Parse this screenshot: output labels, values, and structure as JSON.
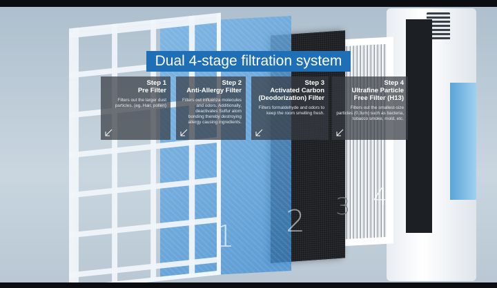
{
  "title": "Dual 4-stage filtration system",
  "steps": [
    {
      "step": "Step 1",
      "name": "Pre Filter",
      "description": "Filters out the larger dust particles. (eg. Hair, pollen)"
    },
    {
      "step": "Step 2",
      "name": "Anti-Allergy Filter",
      "description": "Filters out influenza molecules and odors. Additionally, deactivates Sulfur atom bonding thereby destroying allergy causing ingredients."
    },
    {
      "step": "Step 3",
      "name": "Activated Carbon (Deodorization) Filter",
      "description": "Filters formaldehyde and odors to keep the room smelling fresh."
    },
    {
      "step": "Step 4",
      "name": "Ultrafine Particle Free Filter (H13)",
      "description": "Filters out the smallest-size particles (0.3um) such as bacteria, tobacco smoke, mold, etc."
    }
  ],
  "layer_numbers": [
    "1",
    "2",
    "3",
    "4"
  ],
  "colors": {
    "title_background": "#1f6fb6",
    "card_background": "rgba(55,60,66,0.72)"
  },
  "icons": {
    "card_corner": "arrow-down-left-icon"
  }
}
